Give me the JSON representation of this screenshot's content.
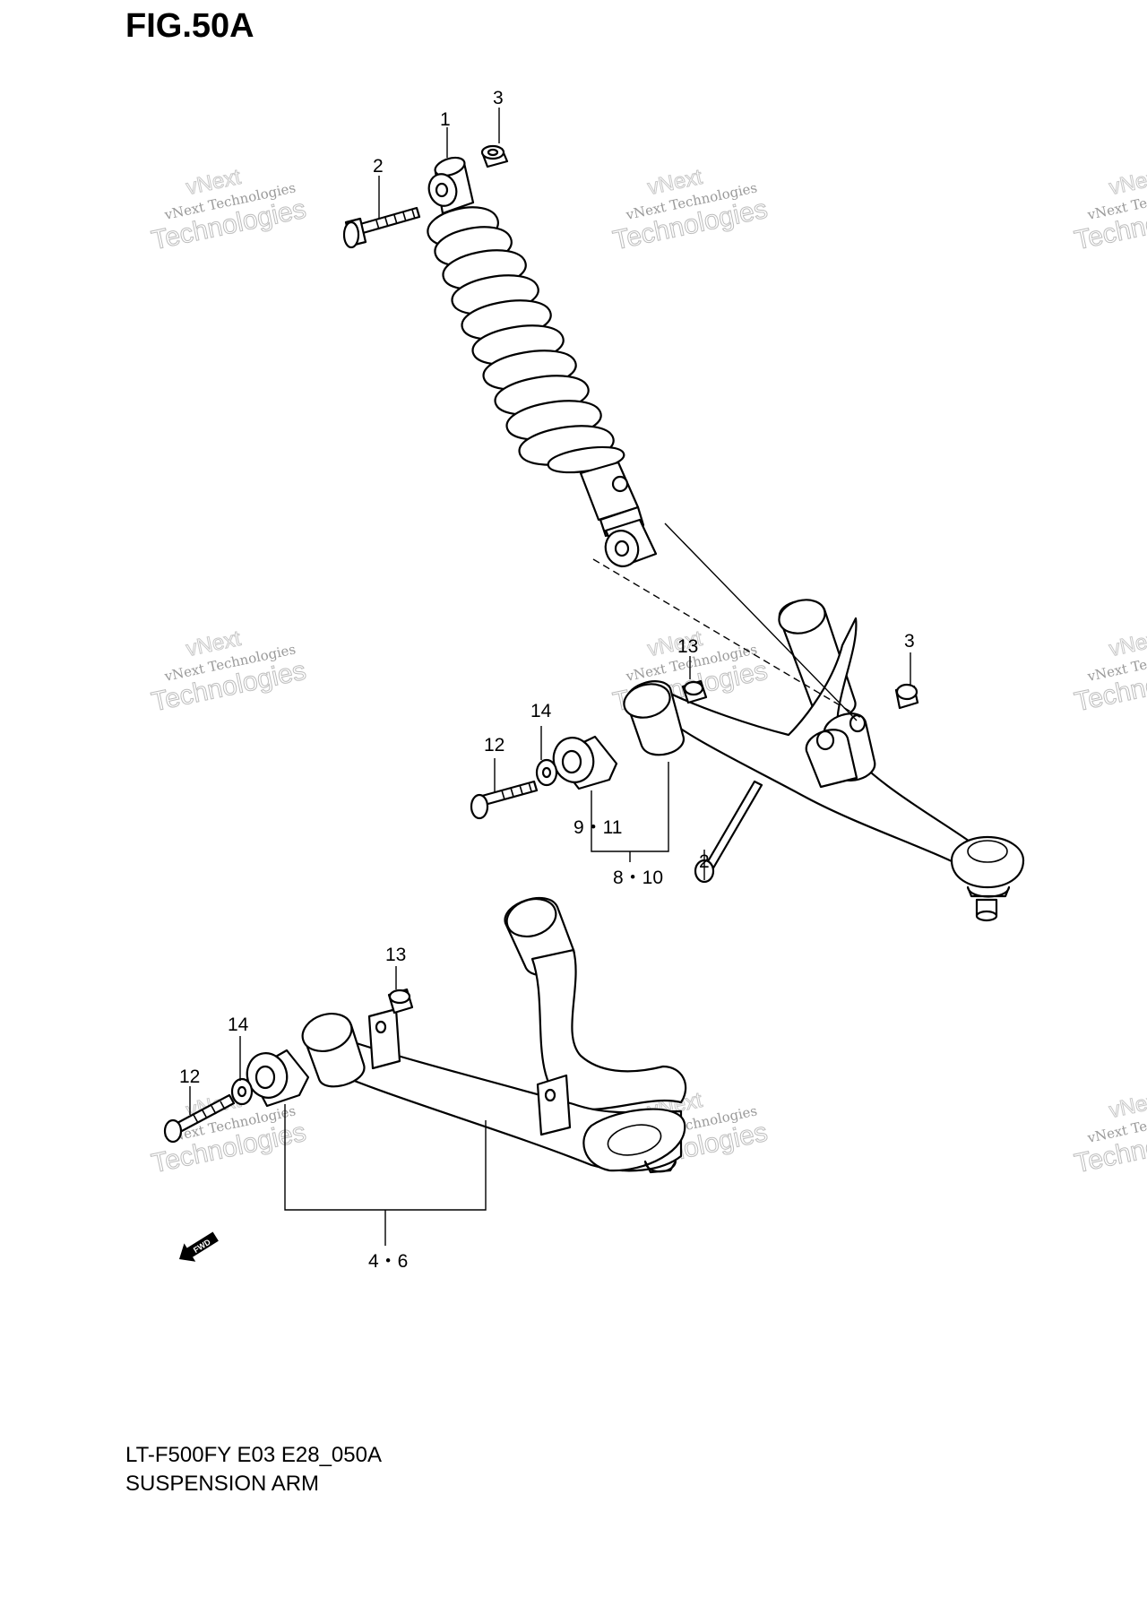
{
  "figure": {
    "title": "FIG.50A",
    "model": "LT-F500FY E03 E28_050A",
    "subtitle": "SUSPENSION ARM"
  },
  "watermark": {
    "line_small": "vNext Technologies",
    "line_big": "Technologies",
    "line_arc": "vNext"
  },
  "callouts": {
    "c1": "1",
    "c2_top": "2",
    "c3_top": "3",
    "c3_mid": "3",
    "c13_mid": "13",
    "c14_mid": "14",
    "c12_mid": "12",
    "c9_11": "9・11",
    "c2_mid": "2",
    "c8_10": "8・10",
    "c13_low": "13",
    "c14_low": "14",
    "c12_low": "12",
    "c4_6": "4・6"
  },
  "fwd_label": "FWD"
}
